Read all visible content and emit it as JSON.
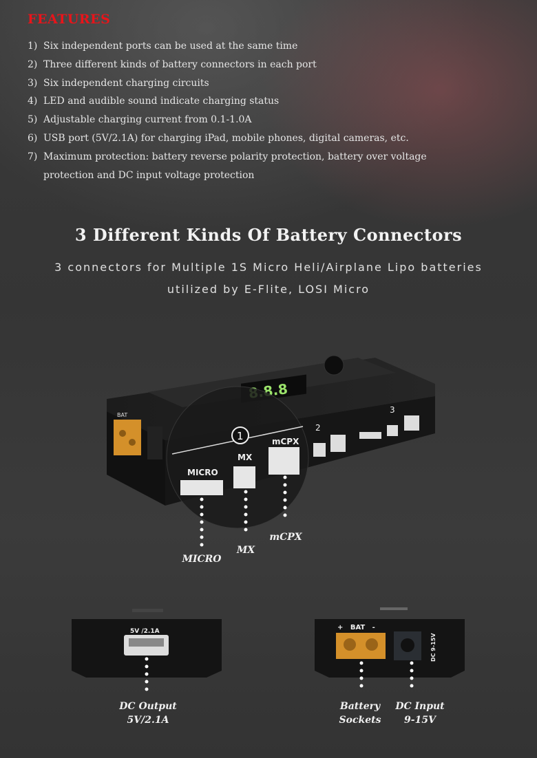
{
  "features": {
    "title": "FEATURES",
    "items": [
      {
        "num": "1)",
        "text": "Six independent ports can be used at the same time"
      },
      {
        "num": "2)",
        "text": "Three different kinds of battery connectors in each port"
      },
      {
        "num": "3)",
        "text": "Six independent charging circuits"
      },
      {
        "num": "4)",
        "text": "LED and audible sound indicate charging status"
      },
      {
        "num": "5)",
        "text": "Adjustable charging current from 0.1-1.0A"
      },
      {
        "num": "6)",
        "text": "USB port (5V/2.1A) for charging iPad, mobile phones, digital cameras, etc."
      },
      {
        "num": "7)",
        "text": "Maximum protection: battery reverse polarity protection, battery over voltage"
      },
      {
        "num": "",
        "text": "protection and DC input voltage protection"
      }
    ]
  },
  "connectors": {
    "heading": "3 Different Kinds Of Battery Connectors",
    "subtitle_line1": "3 connectors for Multiple 1S Micro Heli/Airplane Lipo batteries",
    "subtitle_line2": "utilized by E-Flite, LOSI Micro",
    "device": {
      "led": "8.8.8",
      "bat": "BAT",
      "port1": "1",
      "port2": "2",
      "port3": "3",
      "micro": "MICRO",
      "mx": "MX",
      "mcpx": "mCPX"
    },
    "labels": {
      "micro": "MICRO",
      "mx": "MX",
      "mcpx": "mCPX"
    }
  },
  "bottom": {
    "usb_marking": "5V /2.1A",
    "bat_marking": "+   BAT   -",
    "dc_marking": "DC 9-15V",
    "dc_output_l1": "DC Output",
    "dc_output_l2": "5V/2.1A",
    "battery_l1": "Battery",
    "battery_l2": "Sockets",
    "dc_input_l1": "DC Input",
    "dc_input_l2": "9-15V"
  },
  "colors": {
    "accent": "#e8141a",
    "connector": "#d4902a",
    "led": "#9be36b"
  }
}
